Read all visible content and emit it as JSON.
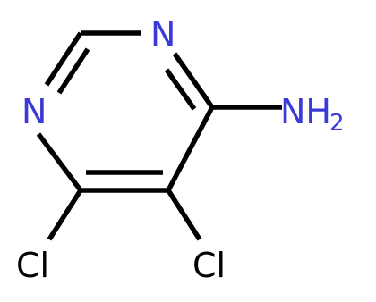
{
  "molecule": {
    "atoms": {
      "n_top": "N",
      "n_left": "N",
      "amine": "NH",
      "amine_subscript": "2",
      "cl_left": "Cl",
      "cl_right": "Cl"
    }
  },
  "colors": {
    "nitrogen": "#3a3ad6",
    "carbon_bond": "#000000",
    "chlorine": "#000000",
    "background": "#ffffff"
  }
}
